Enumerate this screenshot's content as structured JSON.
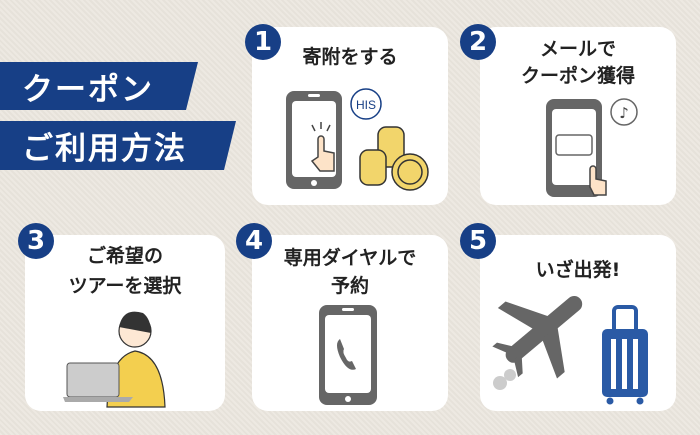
{
  "banner": {
    "line1": "クーポン",
    "line2": "ご利用方法"
  },
  "steps": [
    {
      "number": "1",
      "title": "寄附をする",
      "bubble": "HIS"
    },
    {
      "number": "2",
      "title_line1": "メールで",
      "title_line2": "クーポン獲得"
    },
    {
      "number": "3",
      "title_line1": "ご希望の",
      "title_line2": "ツアーを選択"
    },
    {
      "number": "4",
      "title_line1": "専用ダイヤルで",
      "title_line2": "予約"
    },
    {
      "number": "5",
      "title": "いざ出発!"
    }
  ],
  "colors": {
    "navy": "#173f86",
    "gray": "#666666",
    "coin": "#f2d56b",
    "background": "#ebe6de"
  }
}
